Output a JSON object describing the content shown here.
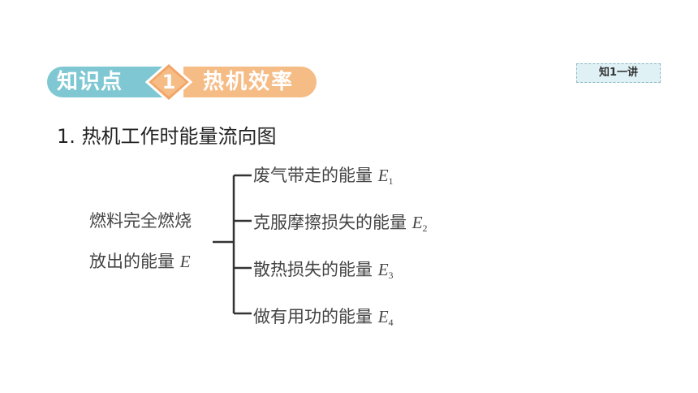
{
  "banner": {
    "left_text": "知识点",
    "badge_number": "1",
    "right_text": "热机效率"
  },
  "tag": {
    "label": "知1一讲"
  },
  "heading": {
    "text": "1. 热机工作时能量流向图"
  },
  "flow": {
    "source_line1": "燃料完全燃烧",
    "source_line2": "放出的能量",
    "source_var": "E",
    "items": [
      {
        "label": "废气带走的能量",
        "var": "E",
        "sub": "1"
      },
      {
        "label": "克服摩擦损失的能量",
        "var": "E",
        "sub": "2"
      },
      {
        "label": "散热损失的能量",
        "var": "E",
        "sub": "3"
      },
      {
        "label": "做有用功的能量",
        "var": "E",
        "sub": "4"
      }
    ]
  },
  "colors": {
    "banner_left": "#7fc8d3",
    "banner_right": "#f6bc86",
    "tag_bg": "#dff1f5"
  }
}
